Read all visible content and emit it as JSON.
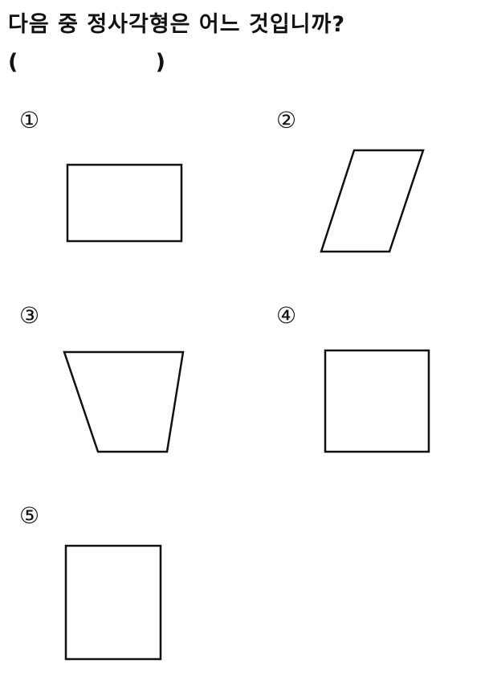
{
  "question": {
    "text": "다음 중 정사각형은 어느 것입니까?",
    "paren_open": "(",
    "paren_close": ")"
  },
  "choices": [
    {
      "number": "①",
      "shape": "rectangle"
    },
    {
      "number": "②",
      "shape": "parallelogram"
    },
    {
      "number": "③",
      "shape": "trapezoid"
    },
    {
      "number": "④",
      "shape": "square"
    },
    {
      "number": "⑤",
      "shape": "rectangle"
    }
  ]
}
